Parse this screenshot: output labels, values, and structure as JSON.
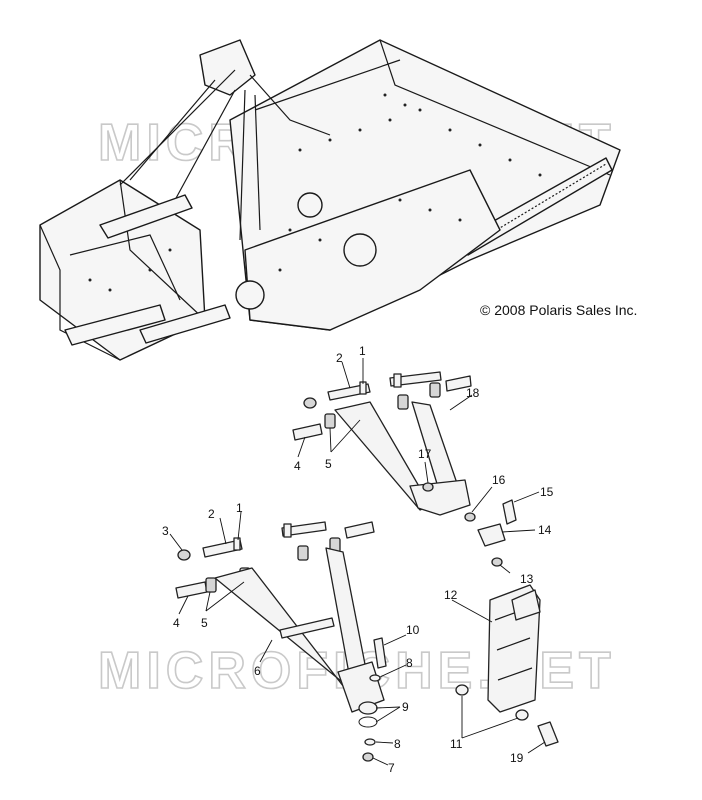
{
  "copyright": "© 2008 Polaris Sales Inc.",
  "watermark": "MICROFICHE.NET",
  "callouts": [
    "1",
    "2",
    "3",
    "4",
    "5",
    "6",
    "7",
    "8",
    "9",
    "10",
    "11",
    "12",
    "13",
    "14",
    "15",
    "16",
    "17",
    "18",
    "19"
  ]
}
